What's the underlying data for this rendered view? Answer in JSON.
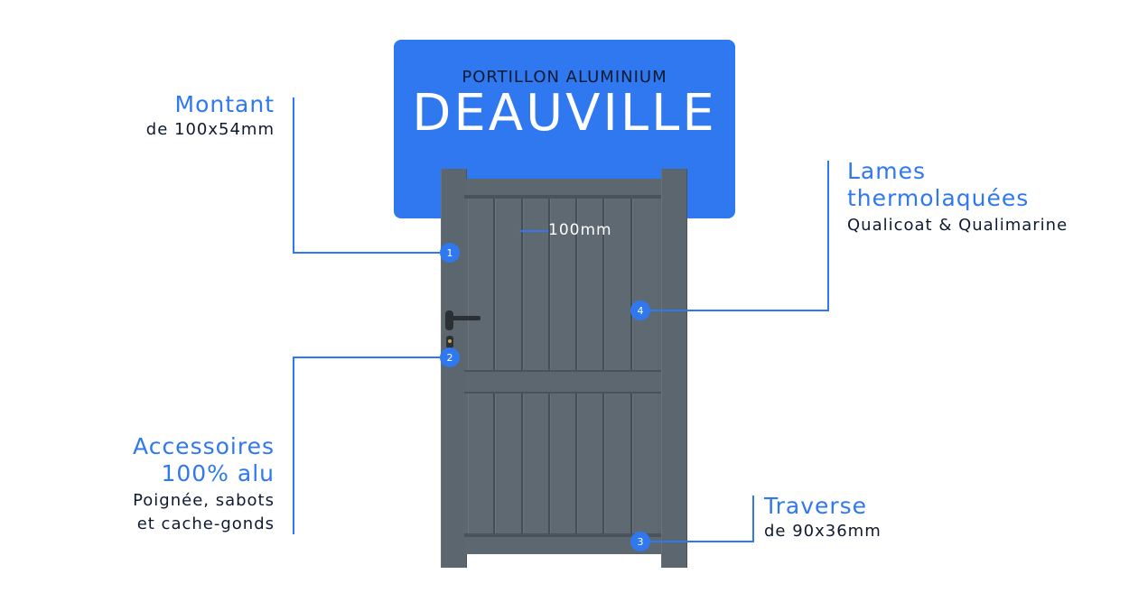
{
  "title": {
    "subtitle": "PORTILLON ALUMINIUM",
    "name": "DEAUVILLE"
  },
  "dimension_label": "100mm",
  "callouts": {
    "montant": {
      "number": "1",
      "title": "Montant",
      "detail": "de 100x54mm"
    },
    "accessoires": {
      "number": "2",
      "title_line1": "Accessoires",
      "title_line2": "100% alu",
      "detail_line1": "Poignée, sabots",
      "detail_line2": "et cache-gonds"
    },
    "traverse": {
      "number": "3",
      "title": "Traverse",
      "detail": "de 90x36mm"
    },
    "lames": {
      "number": "4",
      "title_line1": "Lames",
      "title_line2": "thermolaquées",
      "detail": "Qualicoat & Qualimarine"
    }
  },
  "colors": {
    "accent": "#2f78f0",
    "gate": "#5d6770",
    "text": "#0d1a30"
  }
}
